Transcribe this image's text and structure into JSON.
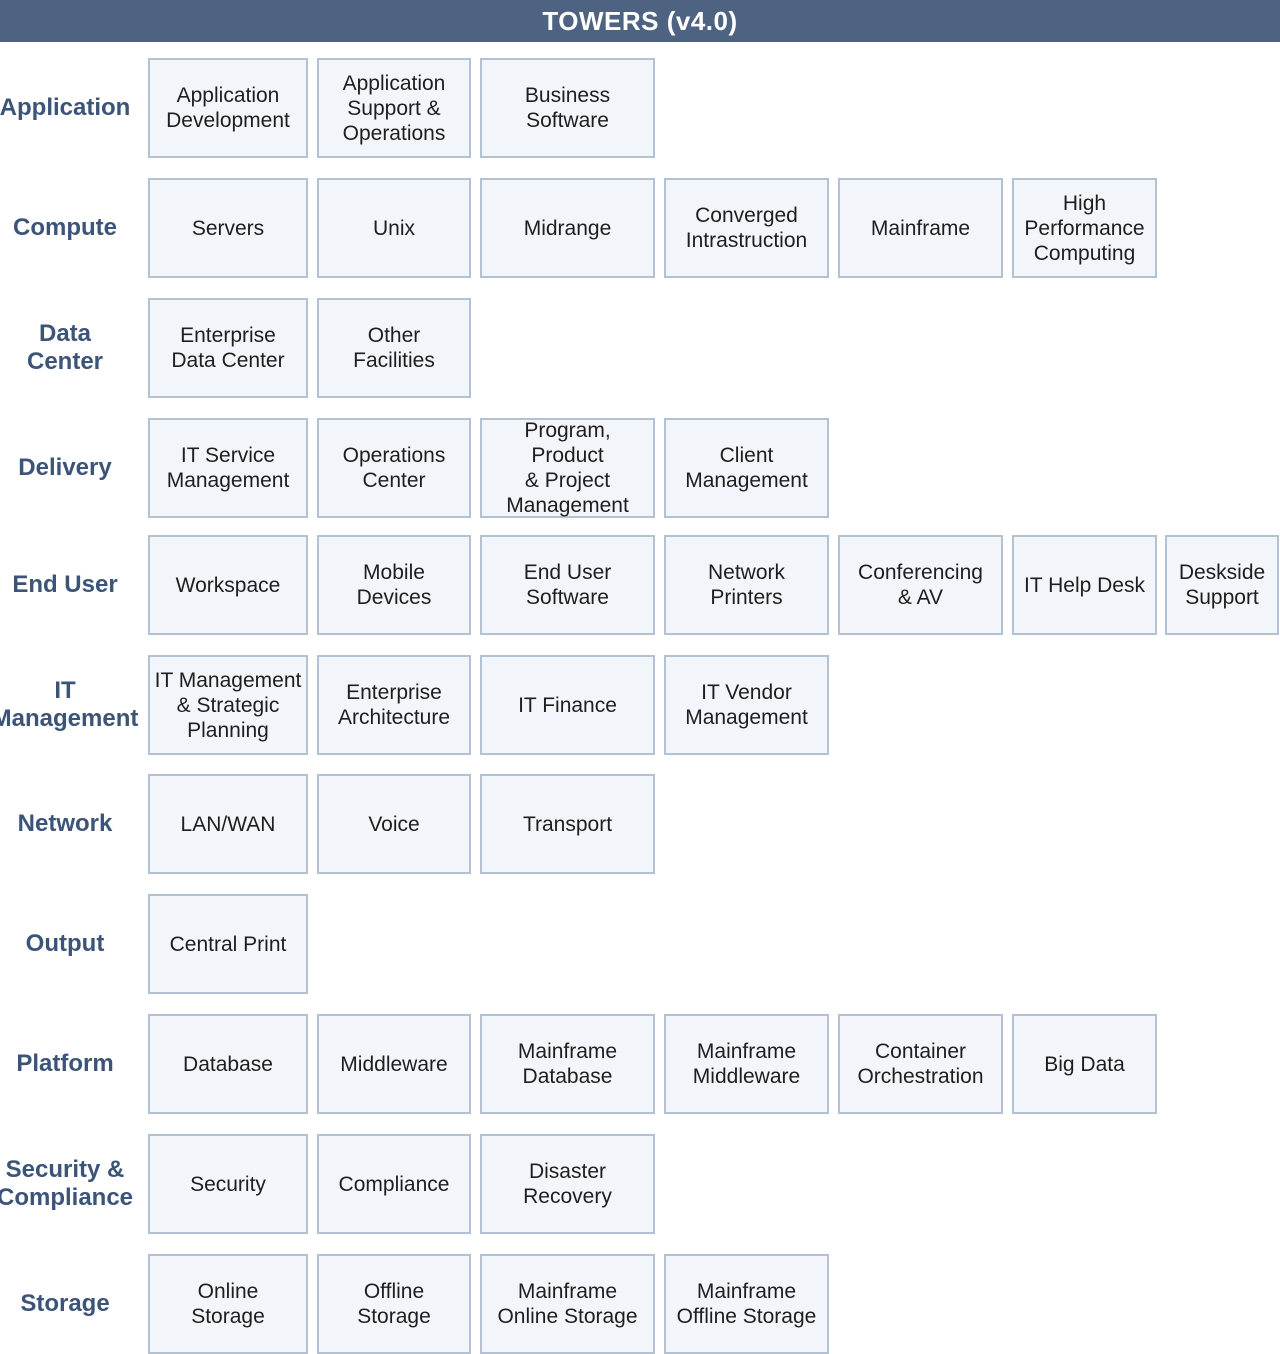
{
  "title": "TOWERS (v4.0)",
  "rows": [
    {
      "label": "Application",
      "tiles": [
        "Application\nDevelopment",
        "Application\nSupport &\nOperations",
        "Business\nSoftware"
      ]
    },
    {
      "label": "Compute",
      "tiles": [
        "Servers",
        "Unix",
        "Midrange",
        "Converged\nIntrastruction",
        "Mainframe",
        "High\nPerformance\nComputing"
      ]
    },
    {
      "label": "Data Center",
      "tiles": [
        "Enterprise\nData Center",
        "Other\nFacilities"
      ]
    },
    {
      "label": "Delivery",
      "tiles": [
        "IT Service\nManagement",
        "Operations\nCenter",
        "Program, Product\n& Project\nManagement",
        "Client\nManagement"
      ]
    },
    {
      "label": "End User",
      "tiles": [
        "Workspace",
        "Mobile\nDevices",
        "End User\nSoftware",
        "Network\nPrinters",
        "Conferencing\n& AV",
        "IT Help Desk",
        "Deskside\nSupport"
      ]
    },
    {
      "label": "IT\nManagement",
      "tiles": [
        "IT Management\n& Strategic\nPlanning",
        "Enterprise\nArchitecture",
        "IT Finance",
        "IT Vendor\nManagement"
      ]
    },
    {
      "label": "Network",
      "tiles": [
        "LAN/WAN",
        "Voice",
        "Transport"
      ]
    },
    {
      "label": "Output",
      "tiles": [
        "Central Print"
      ]
    },
    {
      "label": "Platform",
      "tiles": [
        "Database",
        "Middleware",
        "Mainframe\nDatabase",
        "Mainframe\nMiddleware",
        "Container\nOrchestration",
        "Big Data"
      ]
    },
    {
      "label": "Security &\nCompliance",
      "tiles": [
        "Security",
        "Compliance",
        "Disaster\nRecovery"
      ]
    },
    {
      "label": "Storage",
      "tiles": [
        "Online\nStorage",
        "Offline\nStorage",
        "Mainframe\nOnline Storage",
        "Mainframe\nOffline Storage"
      ]
    }
  ]
}
